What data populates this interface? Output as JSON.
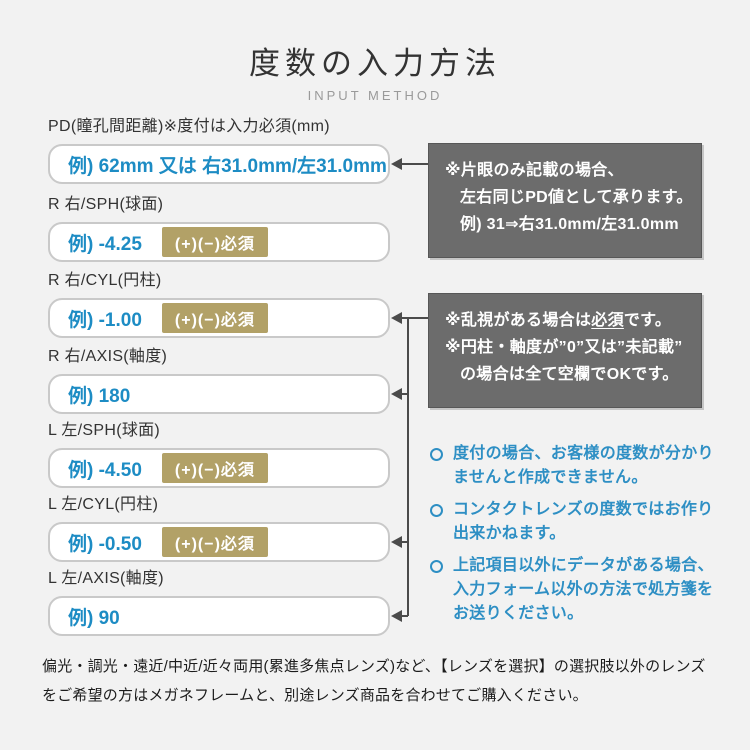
{
  "header": {
    "title": "度数の入力方法",
    "subtitle": "INPUT METHOD"
  },
  "fields": [
    {
      "label": "PD(瞳孔間距離)※度付は入力必須(mm)",
      "example": "例) 62mm 又は 右31.0mm/左31.0mm",
      "badge": ""
    },
    {
      "label": "R 右/SPH(球面)",
      "example": "例) -4.25",
      "badge": "(+)(−)必須"
    },
    {
      "label": "R 右/CYL(円柱)",
      "example": "例) -1.00",
      "badge": "(+)(−)必須"
    },
    {
      "label": "R 右/AXIS(軸度)",
      "example": "例) 180",
      "badge": ""
    },
    {
      "label": "L 左/SPH(球面)",
      "example": "例) -4.50",
      "badge": "(+)(−)必須"
    },
    {
      "label": "L 左/CYL(円柱)",
      "example": "例) -0.50",
      "badge": "(+)(−)必須"
    },
    {
      "label": "L 左/AXIS(軸度)",
      "example": "例) 90",
      "badge": ""
    }
  ],
  "callouts": [
    {
      "targets": [
        "PD"
      ],
      "lines": [
        {
          "text": "※片眼のみ記載の場合、",
          "indent": false
        },
        {
          "text": "左右同じPD値として承ります。",
          "indent": true
        },
        {
          "text": "例) 31⇒右31.0mm/左31.0mm",
          "indent": true
        }
      ]
    },
    {
      "targets": [
        "R CYL",
        "R AXIS",
        "L CYL",
        "L AXIS"
      ],
      "lines": [
        {
          "text": "※乱視がある場合は必須です。",
          "indent": false,
          "underline": "必須"
        },
        {
          "text": "※円柱・軸度が”0”又は”未記載”",
          "indent": false
        },
        {
          "text": "の場合は全て空欄でOKです。",
          "indent": true
        }
      ]
    }
  ],
  "notes": [
    "度付の場合、お客様の度数が分かりませんと作成できません。",
    "コンタクトレンズの度数ではお作り出来かねます。",
    "上記項目以外にデータがある場合、入力フォーム以外の方法で処方箋をお送りください。"
  ],
  "footer": {
    "text": "偏光・調光・遠近/中近/近々両用(累進多焦点レンズ)など、【レンズを選択】の選択肢以外のレンズをご希望の方はメガネフレームと、別途レンズ商品を合わせてご購入ください。"
  },
  "colors": {
    "accent": "#1d8cc4",
    "note-blue": "#2e8fc4",
    "badge-bg": "#b2a167",
    "callout-bg": "#6c6c6c",
    "callout-border": "#575757",
    "box-border": "#c9c9c9",
    "connector": "#4b4b4b",
    "page-bg": "#f2f2f2"
  }
}
